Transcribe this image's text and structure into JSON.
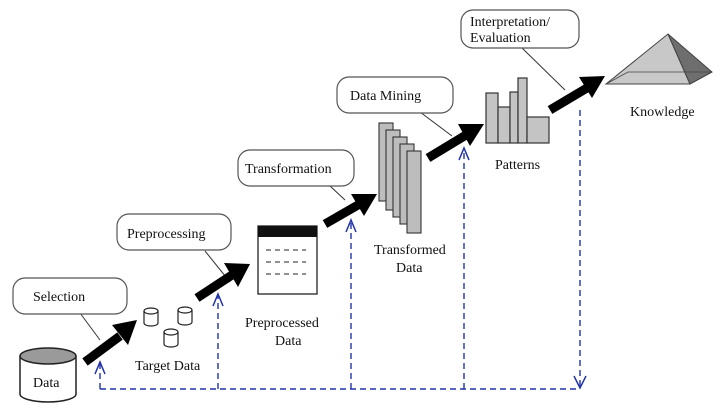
{
  "steps": {
    "selection": "Selection",
    "preprocessing": "Preprocessing",
    "transformation": "Transformation",
    "data_mining": "Data Mining",
    "interpretation_line1": "Interpretation/",
    "interpretation_line2": "Evaluation"
  },
  "artifacts": {
    "data": "Data",
    "target_data": "Target Data",
    "preprocessed_line1": "Preprocessed",
    "preprocessed_line2": "Data",
    "transformed_line1": "Transformed",
    "transformed_line2": "Data",
    "patterns": "Patterns",
    "knowledge": "Knowledge"
  },
  "colors": {
    "arrow": "#000000",
    "feedback": "#2233aa",
    "pyramid_light": "#c8c8c8",
    "pyramid_dark": "#6e6e6e"
  }
}
